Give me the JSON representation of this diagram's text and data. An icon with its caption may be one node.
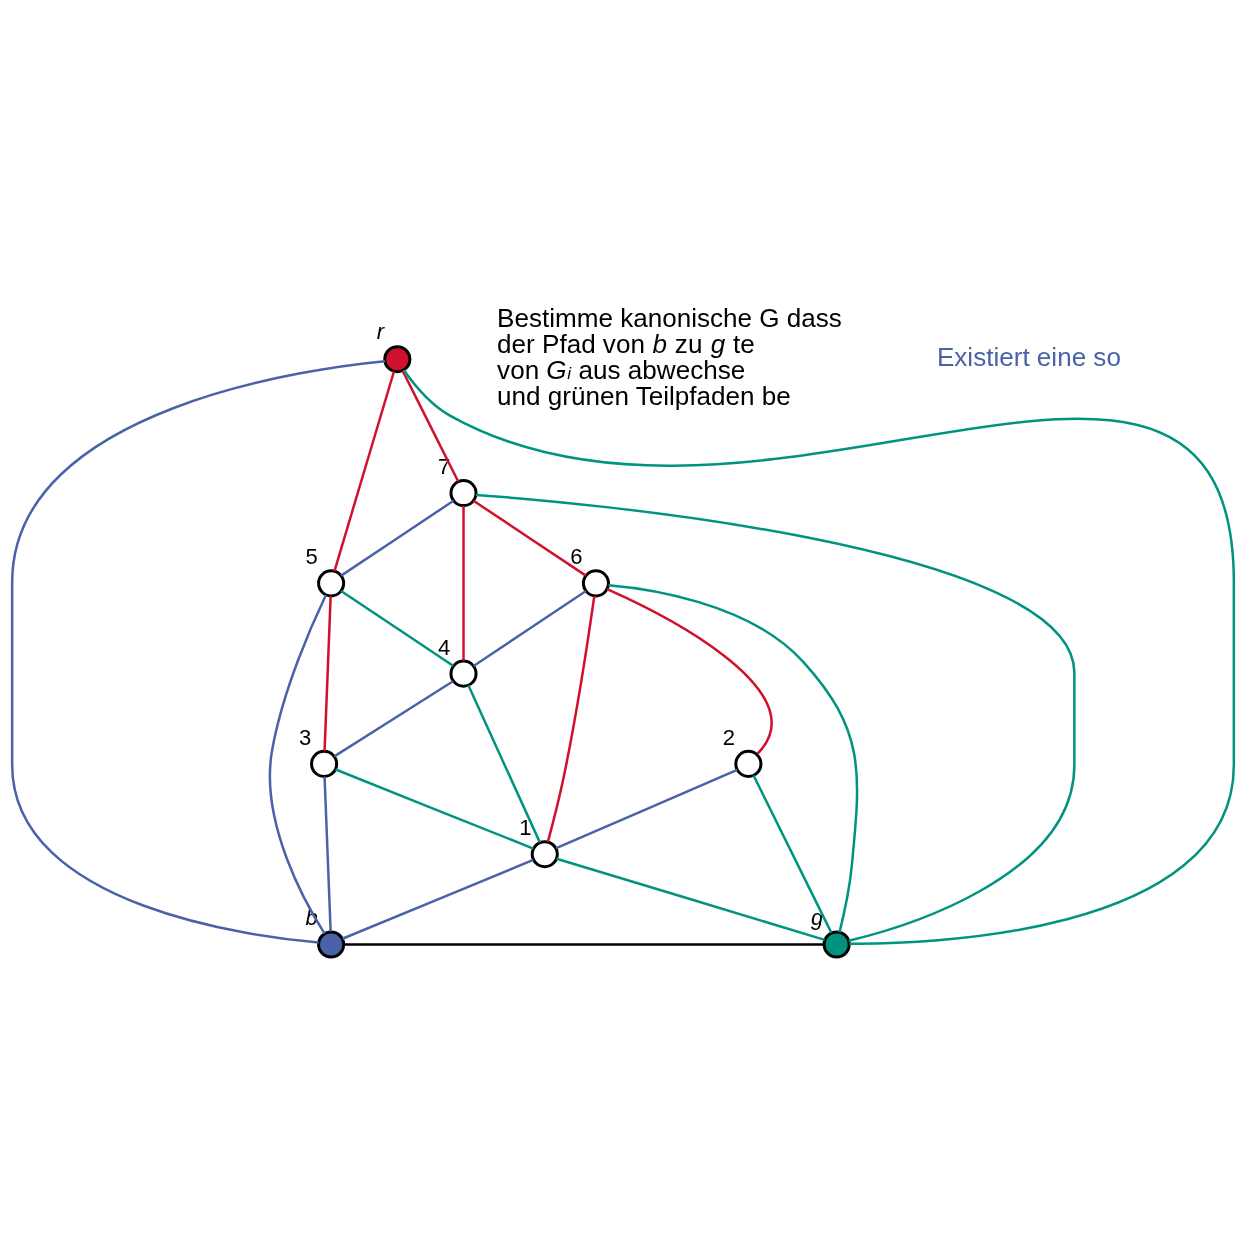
{
  "diagram": {
    "nodes": [
      {
        "text": [],
        "shape": "circle",
        "beside": [
          "*r*"
        ]
      },
      {
        "text": [],
        "shape": "circle",
        "beside": [
          "7"
        ]
      },
      {
        "text": [],
        "shape": "circle",
        "beside": [
          "6"
        ]
      },
      {
        "text": [],
        "shape": "circle",
        "beside": [
          "5"
        ]
      },
      {
        "text": [],
        "shape": "circle",
        "beside": [
          "4"
        ]
      },
      {
        "text": [],
        "shape": "circle",
        "beside": [
          "3"
        ]
      },
      {
        "text": [],
        "shape": "circle",
        "beside": [
          "2"
        ]
      },
      {
        "text": [],
        "shape": "circle",
        "beside": [
          "1"
        ]
      },
      {
        "text": [],
        "shape": "circle",
        "beside": [
          "*b*"
        ]
      },
      {
        "text": [],
        "shape": "circle",
        "beside": [
          "*g*"
        ]
      }
    ],
    "edges": [
      {
        "from": 0,
        "to": 8,
        "arrow": "none",
        "color": "#4a62a8"
      },
      {
        "from": 0,
        "to": 1,
        "arrow": "none",
        "color": "#d0112b"
      },
      {
        "from": 0,
        "to": 3,
        "arrow": "none",
        "color": "#d0112b"
      },
      {
        "from": 0,
        "to": 9,
        "arrow": "none",
        "color": "#009480"
      },
      {
        "from": 1,
        "to": 3,
        "arrow": "none",
        "color": "#4a62a8"
      },
      {
        "from": 1,
        "to": 4,
        "arrow": "none",
        "color": "#d0112b"
      },
      {
        "from": 1,
        "to": 2,
        "arrow": "none",
        "color": "#d0112b"
      },
      {
        "from": 1,
        "to": 9,
        "arrow": "none",
        "color": "#009480"
      },
      {
        "from": 2,
        "to": 4,
        "arrow": "none",
        "color": "#4a62a8"
      },
      {
        "from": 2,
        "to": 7,
        "arrow": "none",
        "color": "#d0112b"
      },
      {
        "from": 2,
        "to": 6,
        "arrow": "none",
        "color": "#d0112b"
      },
      {
        "from": 2,
        "to": 9,
        "arrow": "none",
        "color": "#009480"
      },
      {
        "from": 3,
        "to": 8,
        "arrow": "none",
        "color": "#4a62a8"
      },
      {
        "from": 3,
        "to": 5,
        "arrow": "none",
        "color": "#d0112b"
      },
      {
        "from": 3,
        "to": 4,
        "arrow": "none",
        "color": "#009480"
      },
      {
        "from": 4,
        "to": 5,
        "arrow": "none",
        "color": "#4a62a8"
      },
      {
        "from": 4,
        "to": 7,
        "arrow": "none",
        "color": "#009480"
      },
      {
        "from": 5,
        "to": 8,
        "arrow": "none",
        "color": "#4a62a8"
      },
      {
        "from": 5,
        "to": 7,
        "arrow": "none",
        "color": "#009480"
      },
      {
        "from": 6,
        "to": 7,
        "arrow": "none",
        "color": "#4a62a8"
      },
      {
        "from": 6,
        "to": 9,
        "arrow": "none",
        "color": "#009480"
      },
      {
        "from": 7,
        "to": 8,
        "arrow": "none",
        "color": "#4a62a8"
      },
      {
        "from": 7,
        "to": 9,
        "arrow": "none",
        "color": "#009480"
      },
      {
        "from": 8,
        "to": 9,
        "arrow": "none",
        "color": "#000000"
      }
    ],
    "labels": [
      "Bestimme kanonische G dass der Pfad von *b* zu *g* te von *G*$_{i}$ aus abwechse und grünen Teilpfaden be",
      "Existiert eine so"
    ]
  }
}
